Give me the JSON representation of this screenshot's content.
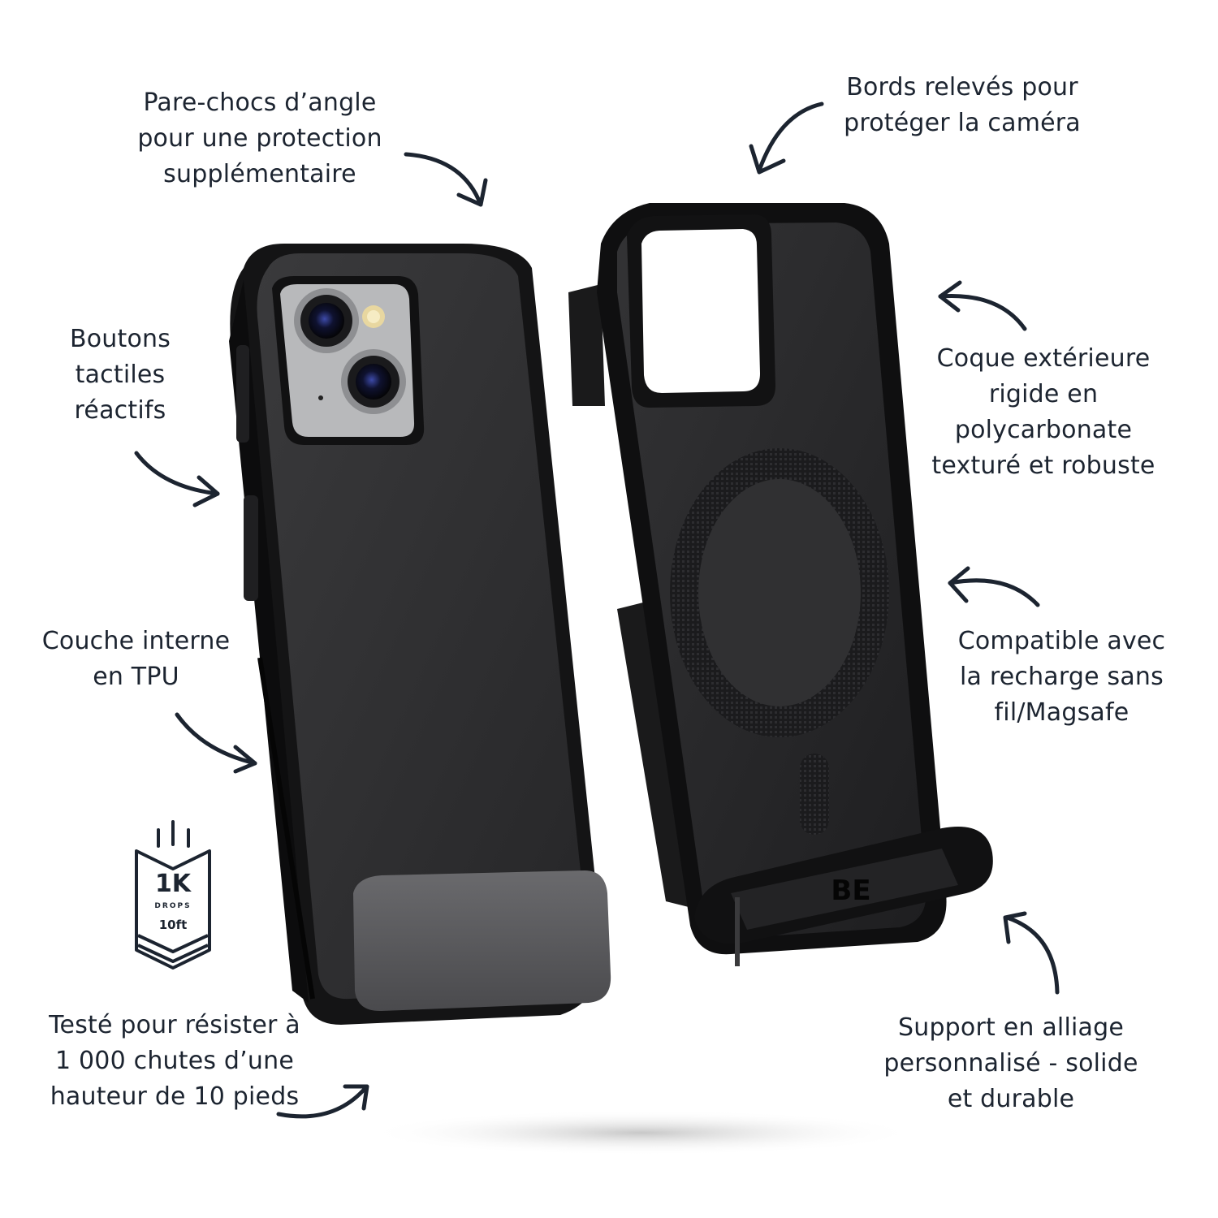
{
  "callouts": {
    "corner_bumpers": {
      "lines": [
        "Pare-chocs d’angle",
        "pour une protection",
        "supplémentaire"
      ]
    },
    "raised_edges": {
      "lines": [
        "Bords relevés pour",
        "protéger la caméra"
      ]
    },
    "buttons": {
      "lines": [
        "Boutons",
        "tactiles",
        "réactifs"
      ]
    },
    "outer_shell": {
      "lines": [
        "Coque extérieure",
        "rigide en",
        "polycarbonate",
        "texturé et robuste"
      ]
    },
    "inner_layer": {
      "lines": [
        "Couche interne",
        "en TPU"
      ]
    },
    "magsafe": {
      "lines": [
        "Compatible avec",
        "la recharge sans",
        "fil/Magsafe"
      ]
    },
    "drop_tested": {
      "lines": [
        "Testé pour résister à",
        "1 000 chutes d’une",
        "hauteur de 10 pieds"
      ]
    },
    "kickstand": {
      "lines": [
        "Support en alliage",
        "personnalisé - solide",
        "et durable"
      ]
    }
  },
  "badge": {
    "main": "1K",
    "sub": "DROPS",
    "height": "10ft",
    "icon": "drop-test-badge-icon"
  },
  "case_logo": "BE",
  "colors": {
    "case": "#2b2b2d",
    "case_edge": "#121213",
    "text": "#1c2430",
    "camera_plate": "#b8b9bb"
  }
}
